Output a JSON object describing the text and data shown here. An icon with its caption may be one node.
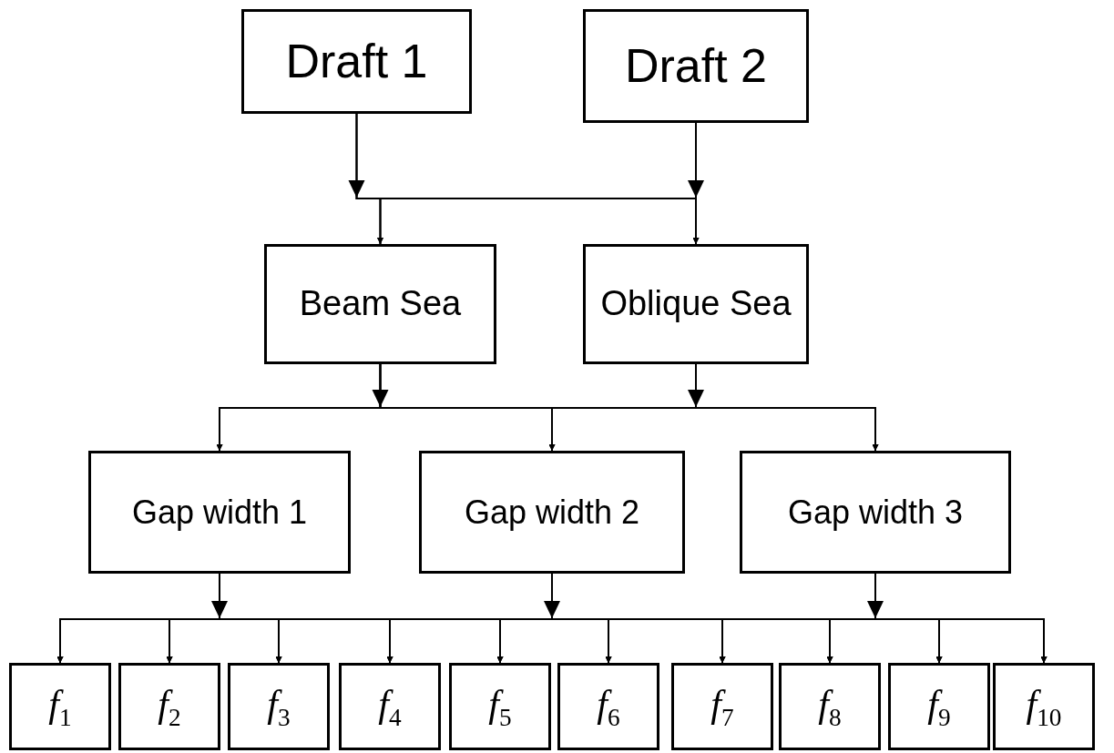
{
  "diagram": {
    "nodes": [
      {
        "text": [
          "Draft 1"
        ]
      },
      {
        "text": [
          "Draft 2"
        ]
      },
      {
        "text": [
          "Beam Sea"
        ]
      },
      {
        "text": [
          "Oblique Sea"
        ]
      },
      {
        "text": [
          "Gap width 1"
        ]
      },
      {
        "text": [
          "Gap width 2"
        ]
      },
      {
        "text": [
          "Gap width 3"
        ]
      },
      {
        "text": [
          "*f*$_{1}$"
        ]
      },
      {
        "text": [
          "*f*$_{2}$"
        ]
      },
      {
        "text": [
          "*f*$_{3}$"
        ]
      },
      {
        "text": [
          "*f*$_{4}$"
        ]
      },
      {
        "text": [
          "*f*$_{5}$"
        ]
      },
      {
        "text": [
          "*f*$_{6}$"
        ]
      },
      {
        "text": [
          "*f*$_{7}$"
        ]
      },
      {
        "text": [
          "*f*$_{8}$"
        ]
      },
      {
        "text": [
          "*f*$_{9}$"
        ]
      },
      {
        "text": [
          "*f*$_{10}$"
        ]
      }
    ],
    "edges": [
      {
        "from": 0,
        "to": 2,
        "arrow": "to"
      },
      {
        "from": 0,
        "to": 3,
        "arrow": "to"
      },
      {
        "from": 1,
        "to": 2,
        "arrow": "to"
      },
      {
        "from": 1,
        "to": 3,
        "arrow": "to"
      },
      {
        "from": 2,
        "to": 4,
        "arrow": "to"
      },
      {
        "from": 2,
        "to": 5,
        "arrow": "to"
      },
      {
        "from": 2,
        "to": 6,
        "arrow": "to"
      },
      {
        "from": 3,
        "to": 4,
        "arrow": "to"
      },
      {
        "from": 3,
        "to": 5,
        "arrow": "to"
      },
      {
        "from": 3,
        "to": 6,
        "arrow": "to"
      },
      {
        "from": 4,
        "to": 7,
        "arrow": "to"
      },
      {
        "from": 4,
        "to": 8,
        "arrow": "to"
      },
      {
        "from": 4,
        "to": 9,
        "arrow": "to"
      },
      {
        "from": 4,
        "to": 10,
        "arrow": "to"
      },
      {
        "from": 4,
        "to": 11,
        "arrow": "to"
      },
      {
        "from": 4,
        "to": 12,
        "arrow": "to"
      },
      {
        "from": 4,
        "to": 13,
        "arrow": "to"
      },
      {
        "from": 4,
        "to": 14,
        "arrow": "to"
      },
      {
        "from": 4,
        "to": 15,
        "arrow": "to"
      },
      {
        "from": 4,
        "to": 16,
        "arrow": "to"
      },
      {
        "from": 5,
        "to": 7,
        "arrow": "to"
      },
      {
        "from": 5,
        "to": 8,
        "arrow": "to"
      },
      {
        "from": 5,
        "to": 9,
        "arrow": "to"
      },
      {
        "from": 5,
        "to": 10,
        "arrow": "to"
      },
      {
        "from": 5,
        "to": 11,
        "arrow": "to"
      },
      {
        "from": 5,
        "to": 12,
        "arrow": "to"
      },
      {
        "from": 5,
        "to": 13,
        "arrow": "to"
      },
      {
        "from": 5,
        "to": 14,
        "arrow": "to"
      },
      {
        "from": 5,
        "to": 15,
        "arrow": "to"
      },
      {
        "from": 5,
        "to": 16,
        "arrow": "to"
      },
      {
        "from": 6,
        "to": 7,
        "arrow": "to"
      },
      {
        "from": 6,
        "to": 8,
        "arrow": "to"
      },
      {
        "from": 6,
        "to": 9,
        "arrow": "to"
      },
      {
        "from": 6,
        "to": 10,
        "arrow": "to"
      },
      {
        "from": 6,
        "to": 11,
        "arrow": "to"
      },
      {
        "from": 6,
        "to": 12,
        "arrow": "to"
      },
      {
        "from": 6,
        "to": 13,
        "arrow": "to"
      },
      {
        "from": 6,
        "to": 14,
        "arrow": "to"
      },
      {
        "from": 6,
        "to": 15,
        "arrow": "to"
      },
      {
        "from": 6,
        "to": 16,
        "arrow": "to"
      }
    ]
  }
}
